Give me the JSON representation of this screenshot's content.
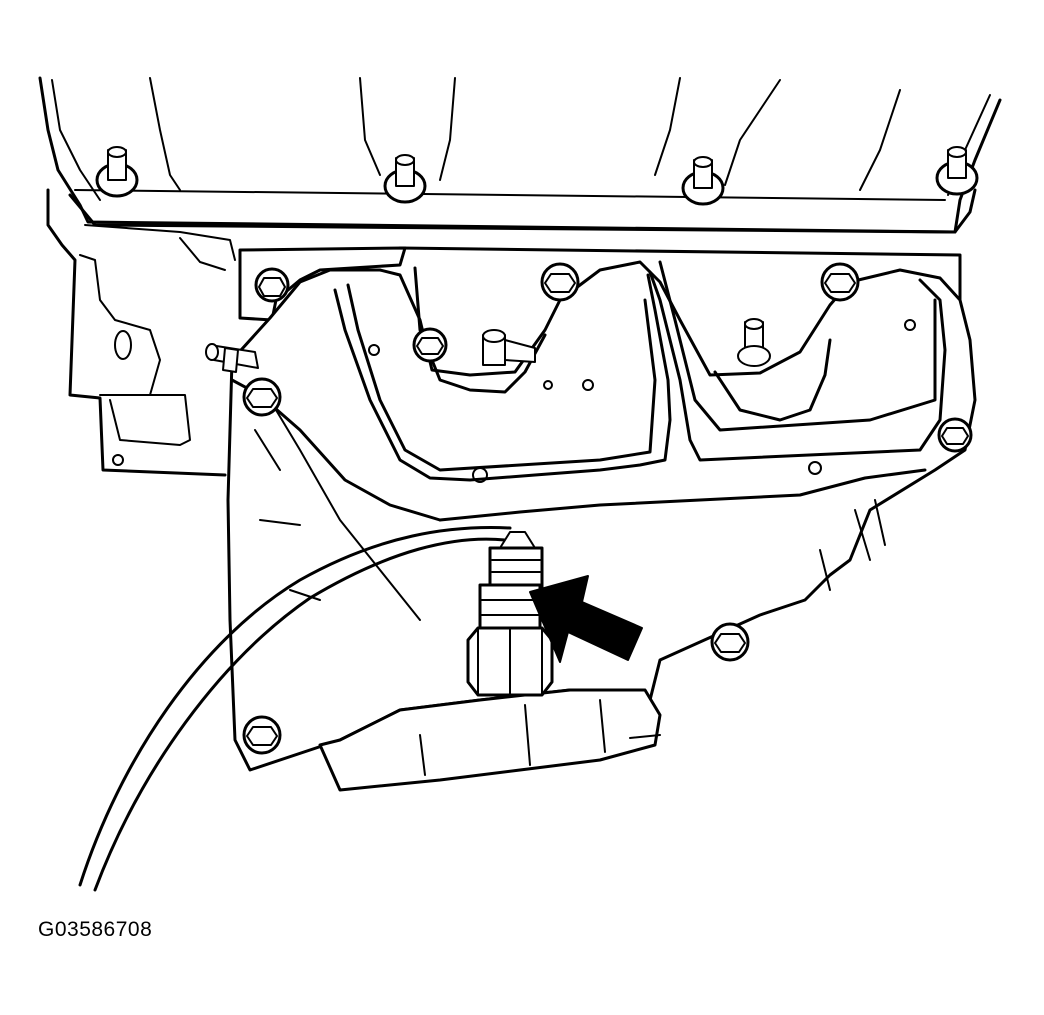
{
  "figure": {
    "id_label": "G03586708",
    "subject": "exhaust-manifold-oxygen-sensor",
    "callout": "arrow-pointing-to-sensor"
  }
}
